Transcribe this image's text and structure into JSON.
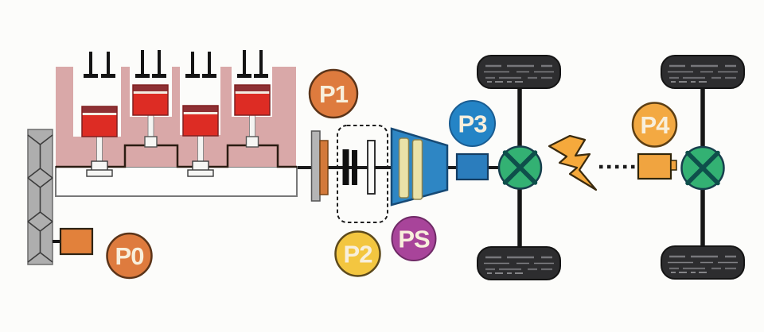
{
  "diagram": {
    "badges": {
      "p0": {
        "label": "P0",
        "color": "#de7b3e"
      },
      "p1": {
        "label": "P1",
        "color": "#de7b3e"
      },
      "p2": {
        "label": "P2",
        "color": "#f3c640"
      },
      "ps": {
        "label": "PS",
        "color": "#a8449a"
      },
      "p3": {
        "label": "P3",
        "color": "#2484c6"
      },
      "p4": {
        "label": "P4",
        "color": "#f3a942"
      }
    },
    "components": {
      "engine": {
        "color": "#d9a8a8",
        "piston_color": "#dd2c24"
      },
      "accessory_belt": {
        "color": "#aeaeae"
      },
      "p0_motor_box": {
        "color": "#e2813b"
      },
      "flywheel": {
        "color": "#b5b5b5"
      },
      "damper": {
        "color": "#d3793a"
      },
      "clutch_plates": {
        "color": "#101010"
      },
      "transmission": {
        "color": "#2e86c4",
        "gear_color": "#ebe2a8"
      },
      "p3_motor_box": {
        "color": "#2b7dbd"
      },
      "p4_motor_box": {
        "color": "#f0a440"
      },
      "differential": {
        "color": "#33b173",
        "cross_color": "#0e4f4b"
      },
      "tire": {
        "color": "#2d2d2f"
      },
      "lightning_bolt": {
        "color": "#f5a93c"
      },
      "shaft": {
        "color": "#1b1b1b"
      }
    }
  }
}
